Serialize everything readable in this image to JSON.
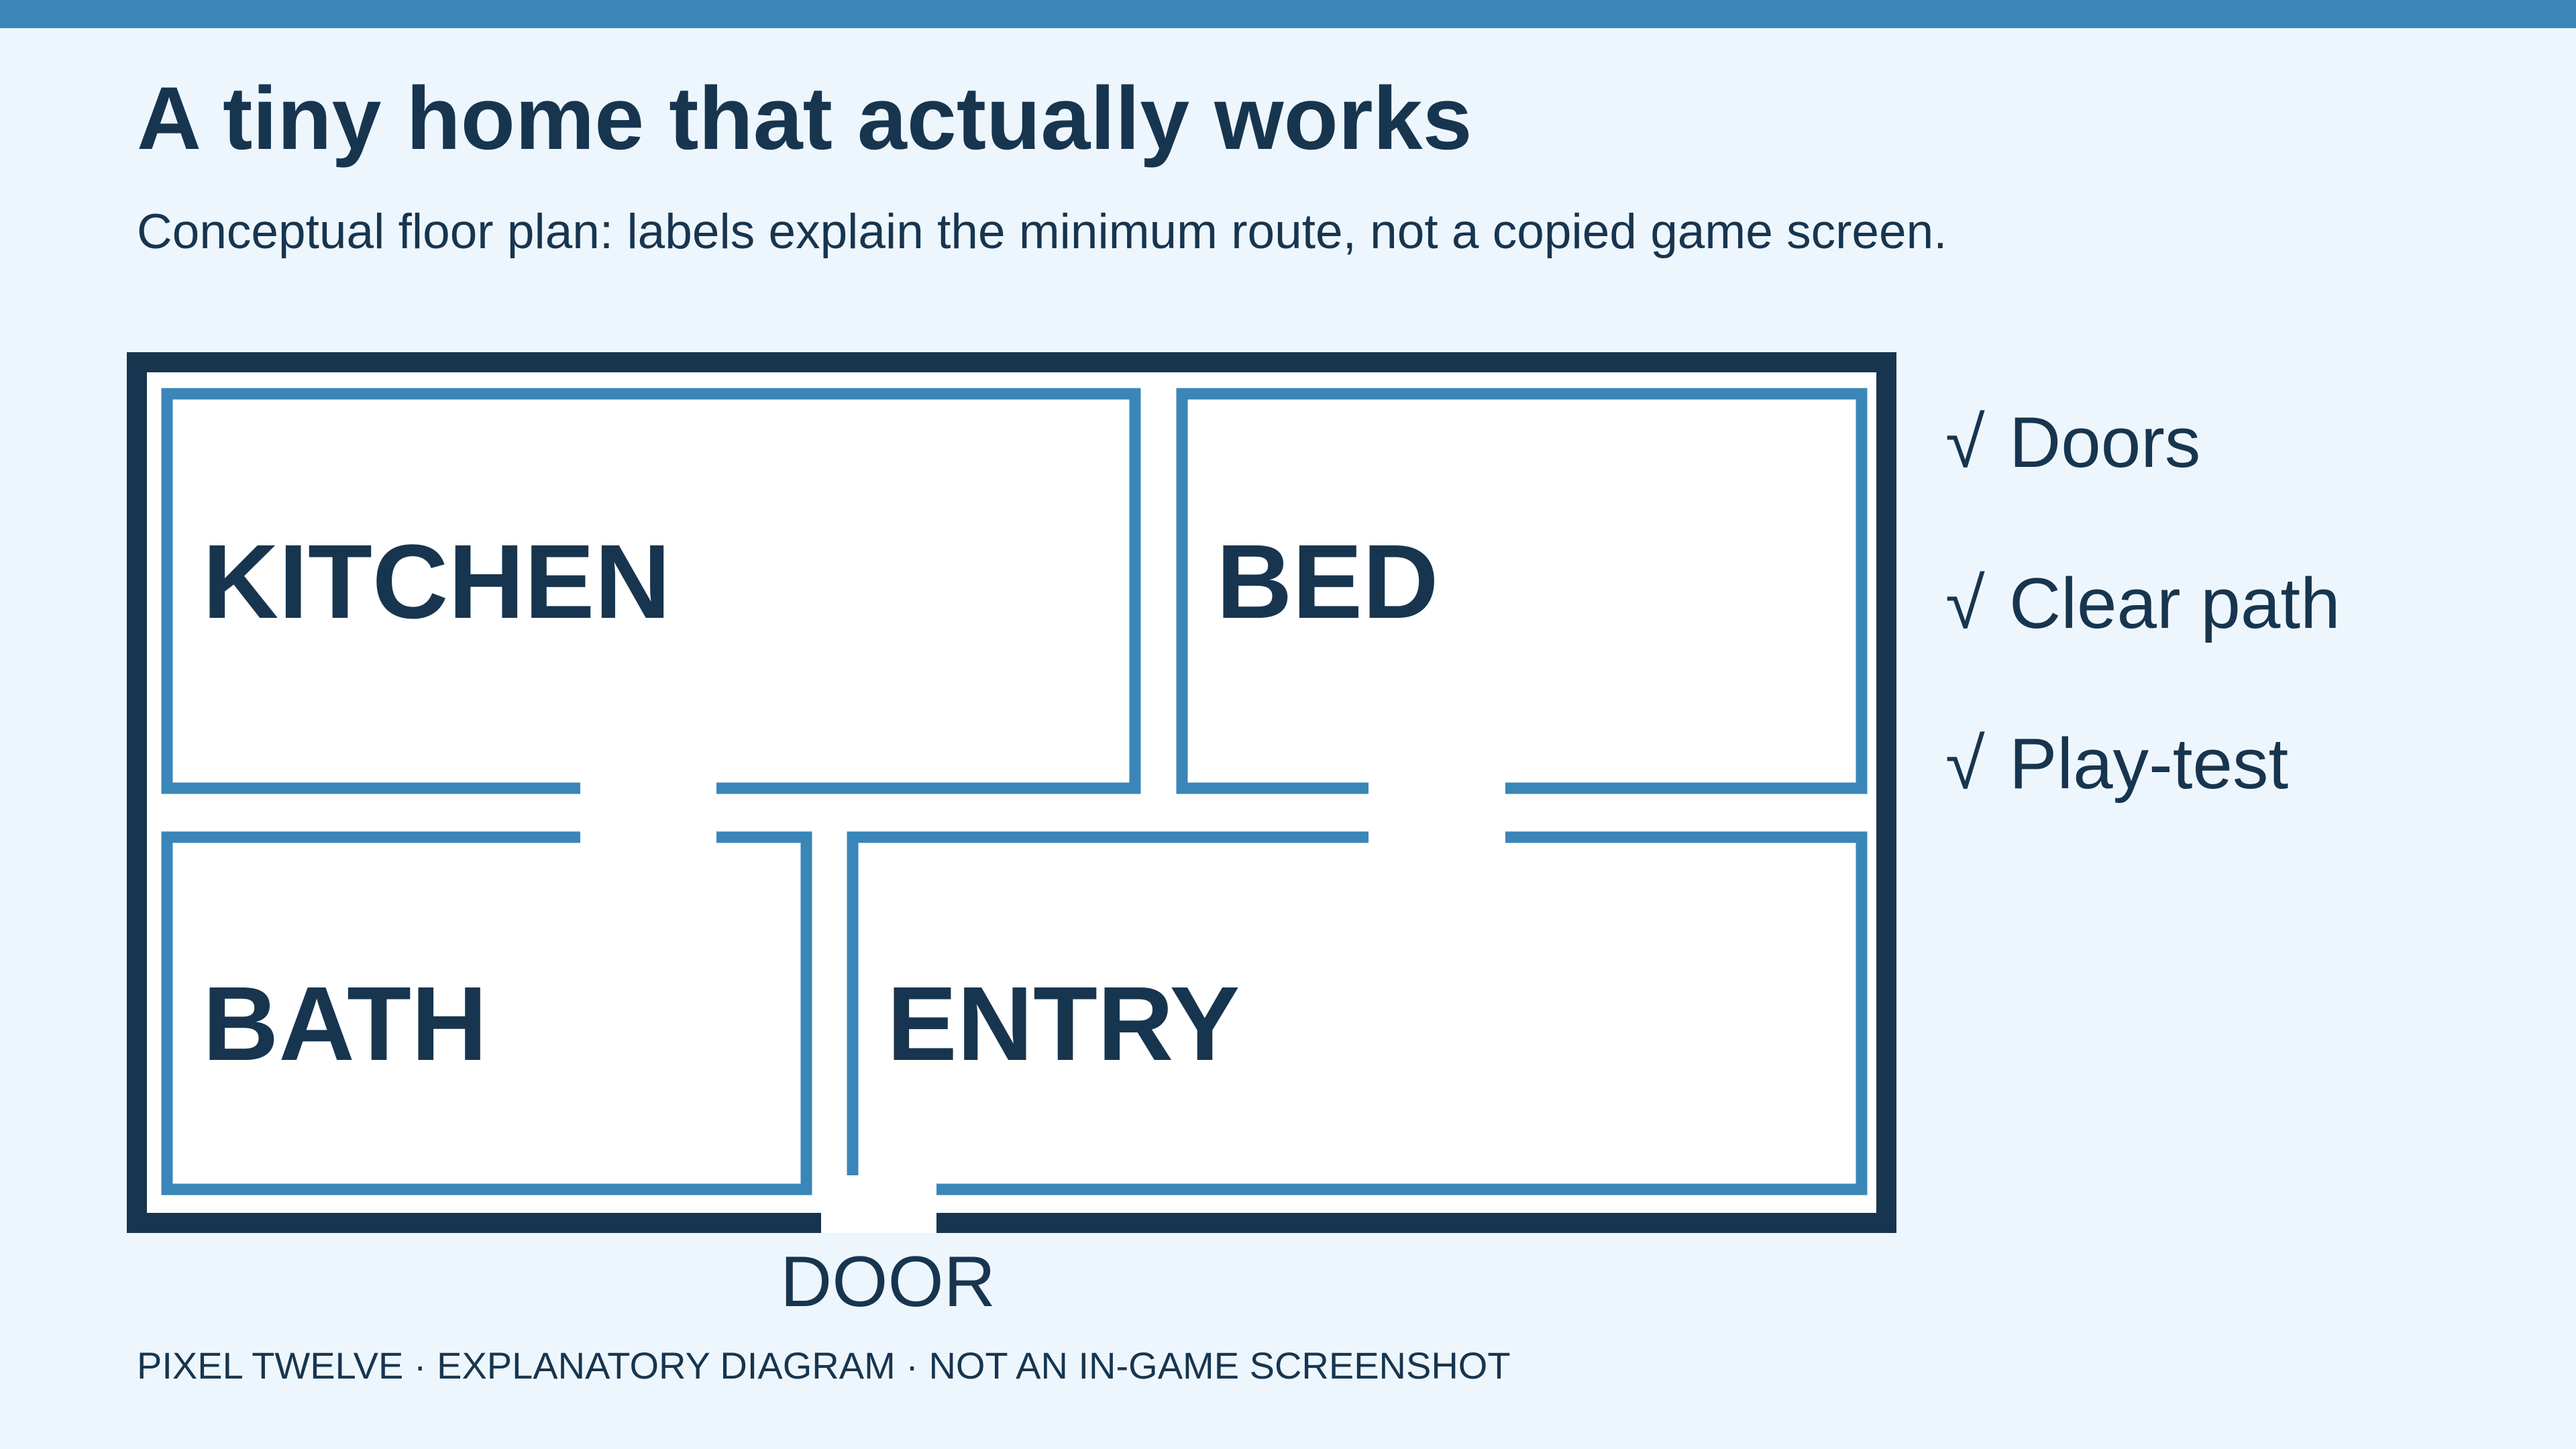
{
  "header": {
    "title": "A tiny home that actually works",
    "subtitle": "Conceptual floor plan: labels explain the minimum route, not a copied game screen."
  },
  "plan": {
    "rooms": [
      {
        "name": "kitchen",
        "label": "KITCHEN"
      },
      {
        "name": "bed",
        "label": "BED"
      },
      {
        "name": "bath",
        "label": "BATH"
      },
      {
        "name": "entry",
        "label": "ENTRY"
      }
    ],
    "door_label": "DOOR"
  },
  "checklist": {
    "mark": "√",
    "items": [
      "Doors",
      "Clear path",
      "Play-test"
    ]
  },
  "footer": {
    "text": "PIXEL TWELVE · EXPLANATORY DIAGRAM · NOT AN IN-GAME SCREENSHOT"
  },
  "colors": {
    "background": "#eef6fd",
    "accent": "#3a86b8",
    "outer_wall": "#17354f",
    "inner_wall": "#3a86b8",
    "text": "#17354f"
  }
}
